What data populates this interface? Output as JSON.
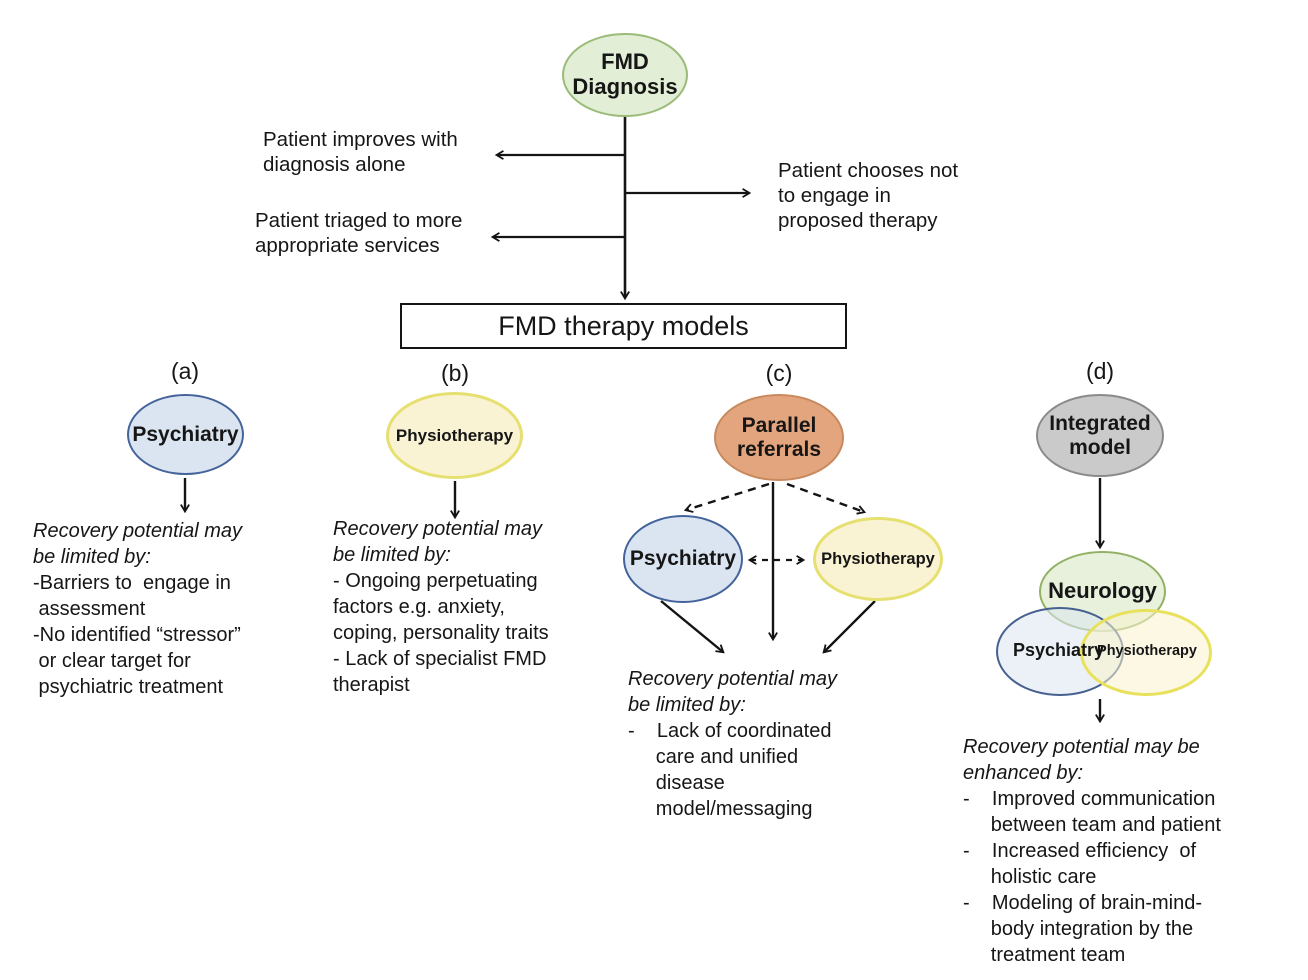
{
  "top": {
    "diagnosis": "FMD\nDiagnosis",
    "improve_note": "Patient improves with\ndiagnosis alone",
    "triage_note": "Patient triaged to more\nappropriate services",
    "decline_note": "Patient chooses not\nto engage in\nproposed therapy",
    "models_box": "FMD therapy models"
  },
  "columns": [
    {
      "tag": "(a)",
      "ellipse": "Psychiatry",
      "heading": "Recovery potential may\nbe limited by:",
      "points": "-Barriers to  engage in\n assessment\n-No identified “stressor”\n or clear target for\n psychiatric treatment"
    },
    {
      "tag": "(b)",
      "ellipse": "Physiotherapy",
      "heading": "Recovery potential may\nbe limited by:",
      "points": "- Ongoing perpetuating\nfactors e.g. anxiety,\ncoping, personality traits\n- Lack of specialist FMD\ntherapist"
    },
    {
      "tag": "(c)",
      "ellipse": "Parallel\nreferrals",
      "branch_left": "Psychiatry",
      "branch_right": "Physiotherapy",
      "heading": "Recovery potential may\nbe limited by:",
      "points": "-    Lack of coordinated\n     care and unified\n     disease\n     model/messaging"
    },
    {
      "tag": "(d)",
      "ellipse": "Integrated\nmodel",
      "venn_top": "Neurology",
      "venn_left": "Psychiatry",
      "venn_right": "Physiotherapy",
      "heading": "Recovery potential may be\nenhanced by:",
      "points": "-    Improved communication\n     between team and patient\n-    Increased efficiency  of\n     holistic care\n-    Modeling of brain-mind-\n     body integration by the\n     treatment team"
    }
  ],
  "colors": {
    "green_fill": "#e3eed6",
    "green_border": "#9bbb79",
    "blue_fill": "#dbe5f1",
    "blue_border": "#44639b",
    "yellow_fill": "#faf3d3",
    "yellow_border": "#e5e070",
    "orange_fill": "#e3a57e",
    "orange_border": "#c8895c",
    "gray_fill": "#cacaca",
    "gray_border": "#8a8a8a",
    "venn_green_border": "#93b164",
    "line": "#141414"
  }
}
